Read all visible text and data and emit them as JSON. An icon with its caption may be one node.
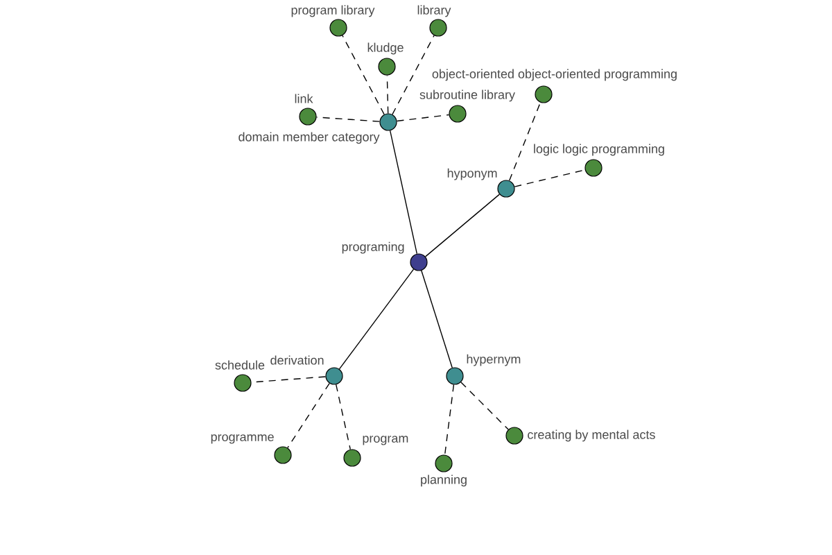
{
  "diagram": {
    "nodes": [
      {
        "text": [
          "program library"
        ]
      },
      {
        "text": [
          "library"
        ]
      },
      {
        "text": [
          "kludge"
        ]
      },
      {
        "text": [
          "object-oriented object-oriented programming"
        ]
      },
      {
        "text": [
          "subroutine library"
        ]
      },
      {
        "text": [
          "link"
        ]
      },
      {
        "text": [
          "domain member category"
        ]
      },
      {
        "text": [
          "logic logic programming"
        ]
      },
      {
        "text": [
          "hyponym"
        ]
      },
      {
        "text": [
          "programing"
        ]
      },
      {
        "text": [
          "schedule"
        ]
      },
      {
        "text": [
          "derivation"
        ]
      },
      {
        "text": [
          "hypernym"
        ]
      },
      {
        "text": [
          "creating by mental acts"
        ]
      },
      {
        "text": [
          "programme"
        ]
      },
      {
        "text": [
          "program"
        ]
      },
      {
        "text": [
          "planning"
        ]
      }
    ],
    "edges": [
      {
        "from": 9,
        "to": 6,
        "arrow": "none"
      },
      {
        "from": 9,
        "to": 8,
        "arrow": "none"
      },
      {
        "from": 9,
        "to": 11,
        "arrow": "none"
      },
      {
        "from": 9,
        "to": 12,
        "arrow": "none"
      },
      {
        "from": 6,
        "to": 0,
        "arrow": "none",
        "style": "dashed"
      },
      {
        "from": 6,
        "to": 1,
        "arrow": "none",
        "style": "dashed"
      },
      {
        "from": 6,
        "to": 2,
        "arrow": "none",
        "style": "dashed"
      },
      {
        "from": 6,
        "to": 5,
        "arrow": "none",
        "style": "dashed"
      },
      {
        "from": 6,
        "to": 4,
        "arrow": "none",
        "style": "dashed"
      },
      {
        "from": 8,
        "to": 3,
        "arrow": "none",
        "style": "dashed"
      },
      {
        "from": 8,
        "to": 7,
        "arrow": "none",
        "style": "dashed"
      },
      {
        "from": 11,
        "to": 10,
        "arrow": "none",
        "style": "dashed"
      },
      {
        "from": 11,
        "to": 14,
        "arrow": "none",
        "style": "dashed"
      },
      {
        "from": 11,
        "to": 15,
        "arrow": "none",
        "style": "dashed"
      },
      {
        "from": 12,
        "to": 16,
        "arrow": "none",
        "style": "dashed"
      },
      {
        "from": 12,
        "to": 13,
        "arrow": "none",
        "style": "dashed"
      }
    ]
  }
}
